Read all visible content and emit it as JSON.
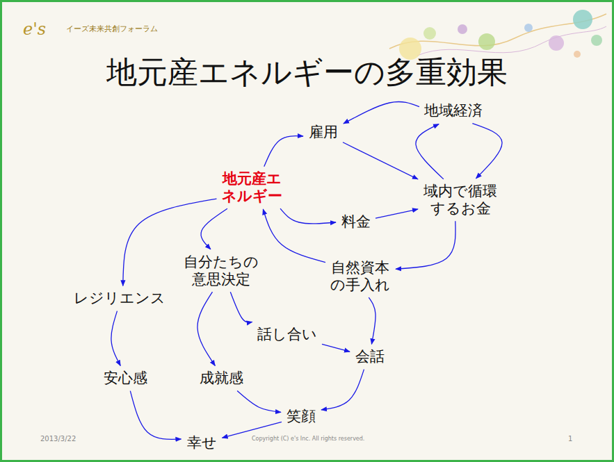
{
  "diagram": {
    "title": "地元産エネルギーの多重効果",
    "nodes": [
      {
        "text": [
          "地域経済"
        ]
      },
      {
        "text": [
          "雇用"
        ]
      },
      {
        "text": [
          "地元産エ ネルギー"
        ]
      },
      {
        "text": [
          "域内で循環 するお金"
        ]
      },
      {
        "text": [
          "料金"
        ]
      },
      {
        "text": [
          "自分たちの 意思決定"
        ]
      },
      {
        "text": [
          "自然資本 の手入れ"
        ]
      },
      {
        "text": [
          "レジリエンス"
        ]
      },
      {
        "text": [
          "話し合い"
        ]
      },
      {
        "text": [
          "会話"
        ]
      },
      {
        "text": [
          "安心感"
        ]
      },
      {
        "text": [
          "成就感"
        ]
      },
      {
        "text": [
          "笑顔"
        ]
      },
      {
        "text": [
          "幸せ"
        ]
      }
    ],
    "edges": [
      {
        "from": 0,
        "to": 1,
        "arrow": "to"
      },
      {
        "from": 1,
        "to": 3,
        "arrow": "to"
      },
      {
        "from": 0,
        "to": 3,
        "arrow": "to"
      },
      {
        "from": 3,
        "to": 0,
        "arrow": "to"
      },
      {
        "from": 2,
        "to": 1,
        "arrow": "to"
      },
      {
        "from": 2,
        "to": 4,
        "arrow": "to"
      },
      {
        "from": 4,
        "to": 3,
        "arrow": "to"
      },
      {
        "from": 3,
        "to": 6,
        "arrow": "to"
      },
      {
        "from": 6,
        "to": 2,
        "arrow": "to"
      },
      {
        "from": 2,
        "to": 5,
        "arrow": "to"
      },
      {
        "from": 2,
        "to": 7,
        "arrow": "to"
      },
      {
        "from": 5,
        "to": 8,
        "arrow": "to"
      },
      {
        "from": 5,
        "to": 11,
        "arrow": "to"
      },
      {
        "from": 8,
        "to": 9,
        "arrow": "to"
      },
      {
        "from": 6,
        "to": 9,
        "arrow": "to"
      },
      {
        "from": 9,
        "to": 12,
        "arrow": "to"
      },
      {
        "from": 11,
        "to": 12,
        "arrow": "to"
      },
      {
        "from": 7,
        "to": 10,
        "arrow": "to"
      },
      {
        "from": 10,
        "to": 13,
        "arrow": "to"
      },
      {
        "from": 12,
        "to": 13,
        "arrow": "to"
      }
    ],
    "labels": [
      "e's",
      "イーズ未来共創フォーラム",
      "2013/3/22",
      "Copyright (C) e's Inc. All rights reserved.",
      "1"
    ]
  }
}
